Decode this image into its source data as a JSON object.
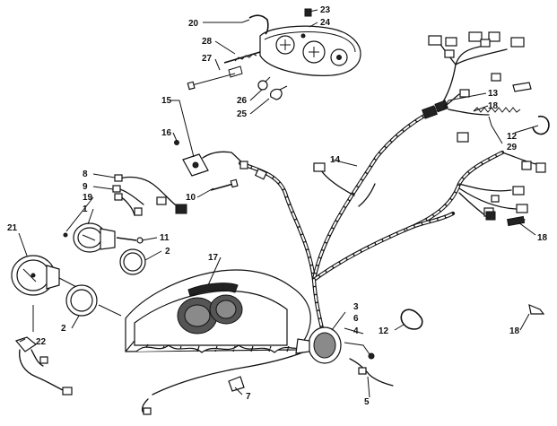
{
  "callouts": {
    "c1": "1",
    "c2a": "2",
    "c2b": "2",
    "c3": "3",
    "c4": "4",
    "c5": "5",
    "c6": "6",
    "c7": "7",
    "c8": "8",
    "c9": "9",
    "c10": "10",
    "c11": "11",
    "c12a": "12",
    "c12b": "12",
    "c13": "13",
    "c14": "14",
    "c15": "15",
    "c16": "16",
    "c17": "17",
    "c18a": "18",
    "c18b": "18",
    "c18c": "18",
    "c19": "19",
    "c20": "20",
    "c21": "21",
    "c22": "22",
    "c23": "23",
    "c24": "24",
    "c25": "25",
    "c26": "26",
    "c27": "27",
    "c28": "28",
    "c29": "29"
  }
}
